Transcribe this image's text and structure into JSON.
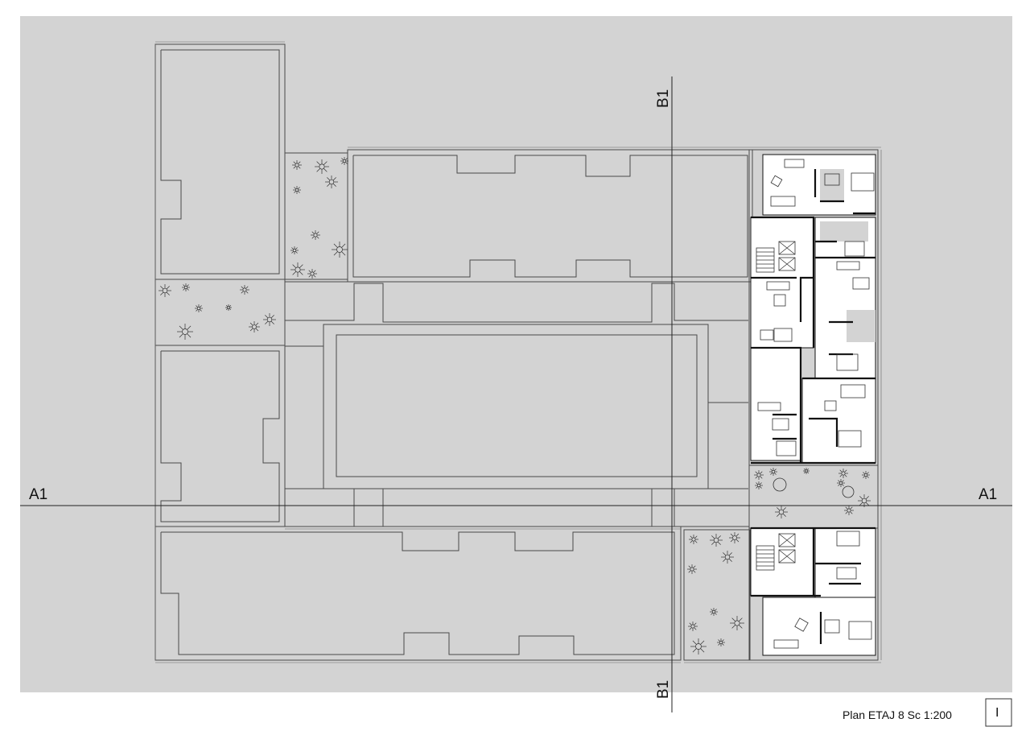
{
  "section_marks": {
    "left": "A1",
    "right": "A1",
    "top": "B1",
    "bottom": "B1"
  },
  "caption": "Plan ETAJ 8 Sc 1:200",
  "north_mark": "I",
  "colors": {
    "background": "#d3d3d3",
    "apartment_fill": "#ffffff",
    "line": "#4a4a4a",
    "wall": "#111111"
  }
}
